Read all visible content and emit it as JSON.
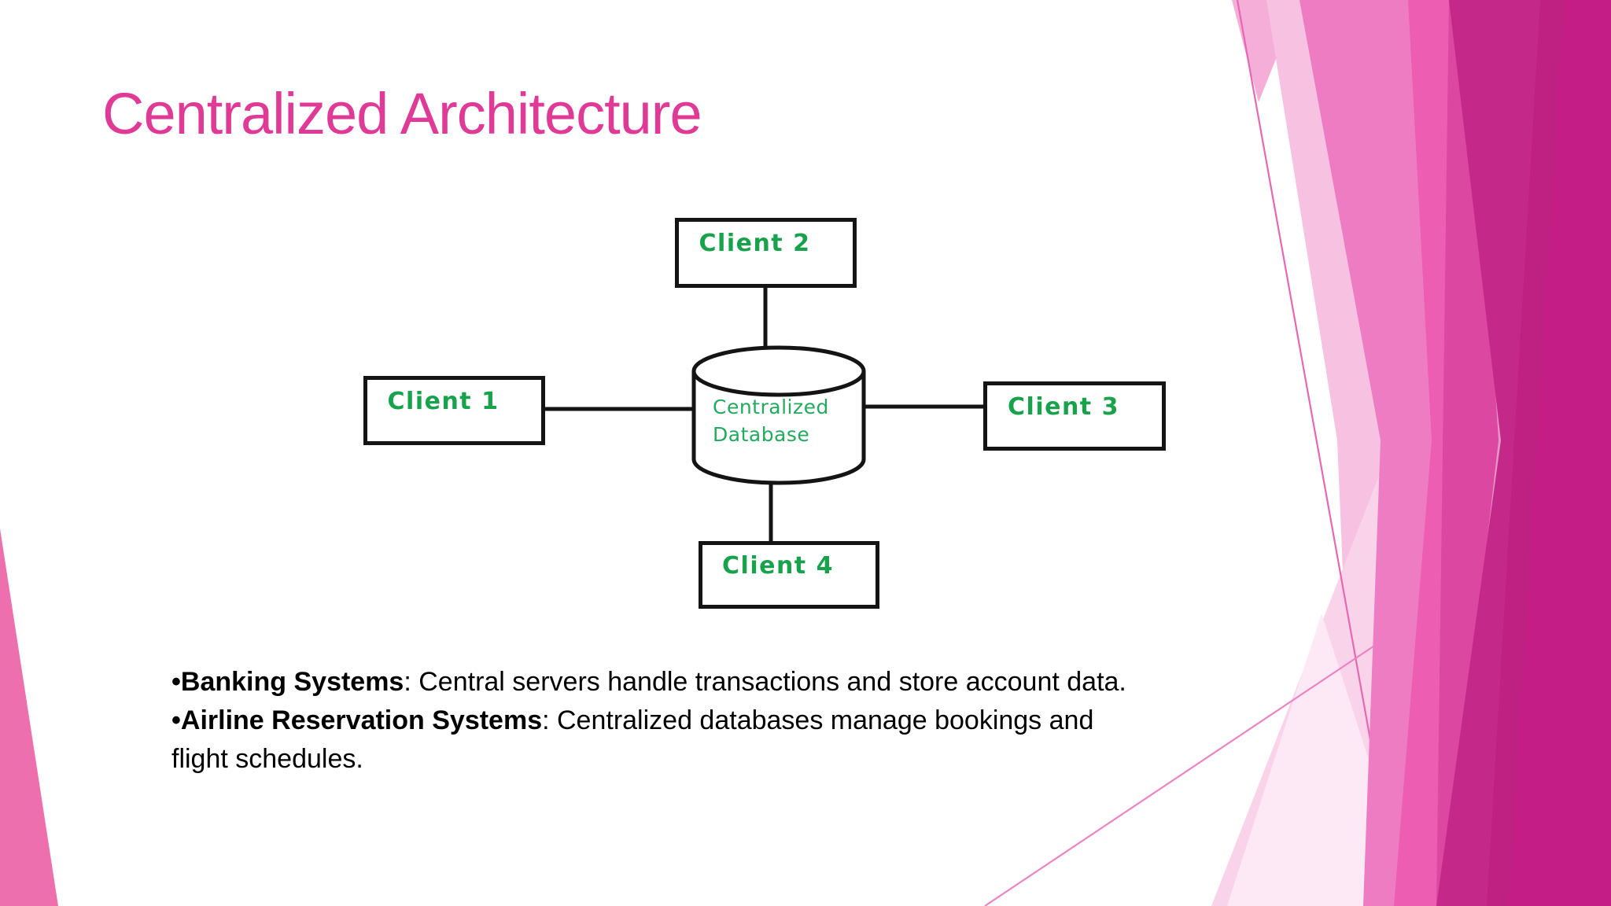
{
  "slide": {
    "title": "Centralized Architecture"
  },
  "colors": {
    "background": "#ffffff",
    "title_pink": "#e03a97",
    "client_label_green": "#17a24b",
    "db_label_green": "#23aa5e",
    "diagram_stroke": "#141414",
    "decor_dark_magenta": "#bf2183",
    "decor_medium_pink": "#ee7cc3",
    "decor_light_pink": "#f7c1e1",
    "decor_left_wedge_pink": "#ee6fad"
  },
  "diagram": {
    "db": {
      "line1": "Centralized",
      "line2": "Database"
    },
    "clients": [
      {
        "label": "Client 1"
      },
      {
        "label": "Client 2"
      },
      {
        "label": "Client 3"
      },
      {
        "label": "Client 4"
      }
    ],
    "edges": [
      {
        "from": "client1",
        "to": "centralized-database"
      },
      {
        "from": "client2",
        "to": "centralized-database"
      },
      {
        "from": "client3",
        "to": "centralized-database"
      },
      {
        "from": "client4",
        "to": "centralized-database"
      }
    ]
  },
  "bullets": {
    "marker": "•",
    "items": [
      {
        "term": "Banking Systems",
        "rest": ": Central servers handle transactions and store account data."
      },
      {
        "term": "Airline Reservation Systems",
        "rest_line1": ": Centralized databases manage bookings and",
        "rest_line2": "flight schedules."
      }
    ]
  }
}
